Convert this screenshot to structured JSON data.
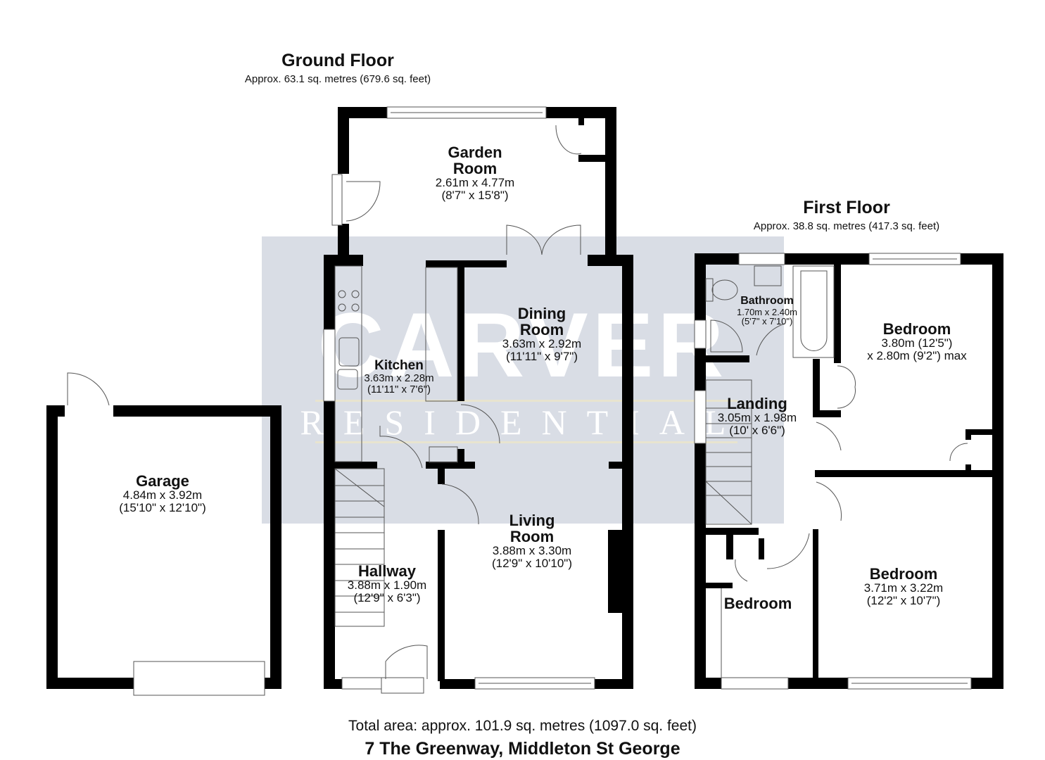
{
  "ground_floor": {
    "title": "Ground Floor",
    "area": "Approx. 63.1 sq. metres (679.6 sq. feet)",
    "rooms": [
      {
        "name_line1": "Garden",
        "name_line2": "Room",
        "dim_m": "2.61m x 4.77m",
        "dim_ft": "(8'7\" x 15'8\")"
      },
      {
        "name_line1": "Dining",
        "name_line2": "Room",
        "dim_m": "3.63m x 2.92m",
        "dim_ft": "(11'11\" x 9'7\")"
      },
      {
        "name_line1": "Kitchen",
        "dim_m": "3.63m x 2.28m",
        "dim_ft": "(11'11\" x 7'6\")"
      },
      {
        "name_line1": "Living",
        "name_line2": "Room",
        "dim_m": "3.88m x 3.30m",
        "dim_ft": "(12'9\" x 10'10\")"
      },
      {
        "name_line1": "Hallway",
        "dim_m": "3.88m x 1.90m",
        "dim_ft": "(12'9\" x 6'3\")"
      },
      {
        "name_line1": "Garage",
        "dim_m": "4.84m x 3.92m",
        "dim_ft": "(15'10\" x 12'10\")"
      }
    ]
  },
  "first_floor": {
    "title": "First Floor",
    "area": "Approx. 38.8 sq. metres (417.3 sq. feet)",
    "rooms": [
      {
        "name_line1": "Bathroom",
        "dim_m": "1.70m x 2.40m",
        "dim_ft": "(5'7\" x 7'10\")"
      },
      {
        "name_line1": "Bedroom",
        "dim_m": "3.80m (12'5\")",
        "dim_ft": "x 2.80m (9'2\") max"
      },
      {
        "name_line1": "Landing",
        "dim_m": "3.05m x 1.98m",
        "dim_ft": "(10' x 6'6\")"
      },
      {
        "name_line1": "Bedroom",
        "dim_m": "3.71m x 3.22m",
        "dim_ft": "(12'2\" x 10'7\")"
      },
      {
        "name_line1": "Bedroom"
      }
    ]
  },
  "watermark": {
    "line1": "CARVER",
    "line2": "RESIDENTIAL",
    "color": "#d9dde5"
  },
  "footer": {
    "total_area": "Total area: approx. 101.9 sq. metres (1097.0 sq. feet)",
    "address": "7 The Greenway, Middleton St George"
  }
}
